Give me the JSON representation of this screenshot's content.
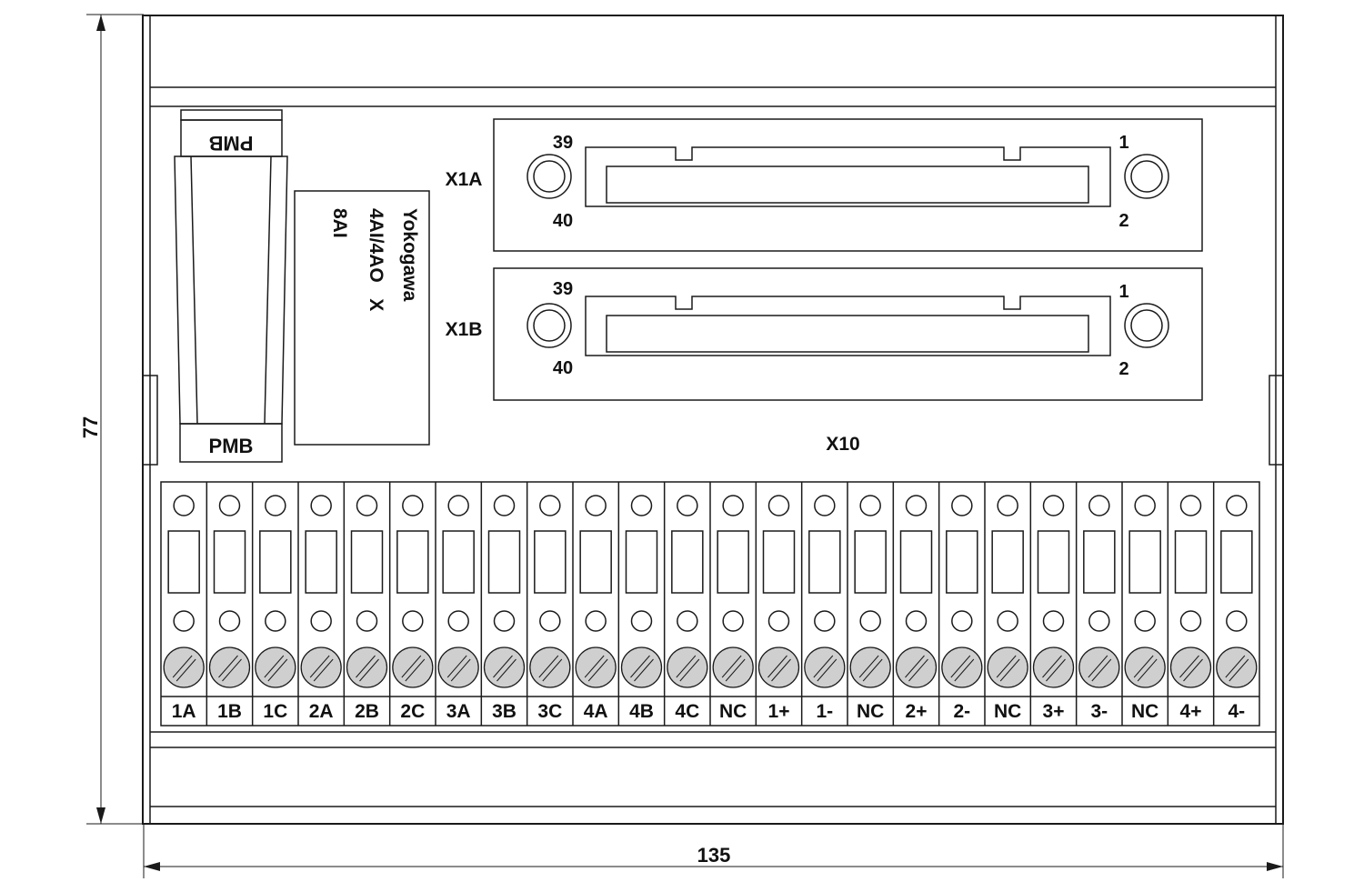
{
  "dimensions": {
    "height_label": "77",
    "width_label": "135"
  },
  "pmb_top_label": "PMB",
  "pmb_bottom_label": "PMB",
  "module_label": {
    "line1": "Yokogawa",
    "line2": "4AI/4AO   X",
    "line3": "8AI"
  },
  "connectors": [
    {
      "name": "X1A",
      "pin_tl": "39",
      "pin_bl": "40",
      "pin_tr": "1",
      "pin_br": "2"
    },
    {
      "name": "X1B",
      "pin_tl": "39",
      "pin_bl": "40",
      "pin_tr": "1",
      "pin_br": "2"
    }
  ],
  "terminal_block_label": "X10",
  "terminals": [
    "1A",
    "1B",
    "1C",
    "2A",
    "2B",
    "2C",
    "3A",
    "3B",
    "3C",
    "4A",
    "4B",
    "4C",
    "NC",
    "1+",
    "1-",
    "NC",
    "2+",
    "2-",
    "NC",
    "3+",
    "3-",
    "NC",
    "4+",
    "4-"
  ],
  "colors": {
    "line": "#1a1a1a",
    "screw_fill": "#cfcfcf",
    "background": "#ffffff"
  }
}
